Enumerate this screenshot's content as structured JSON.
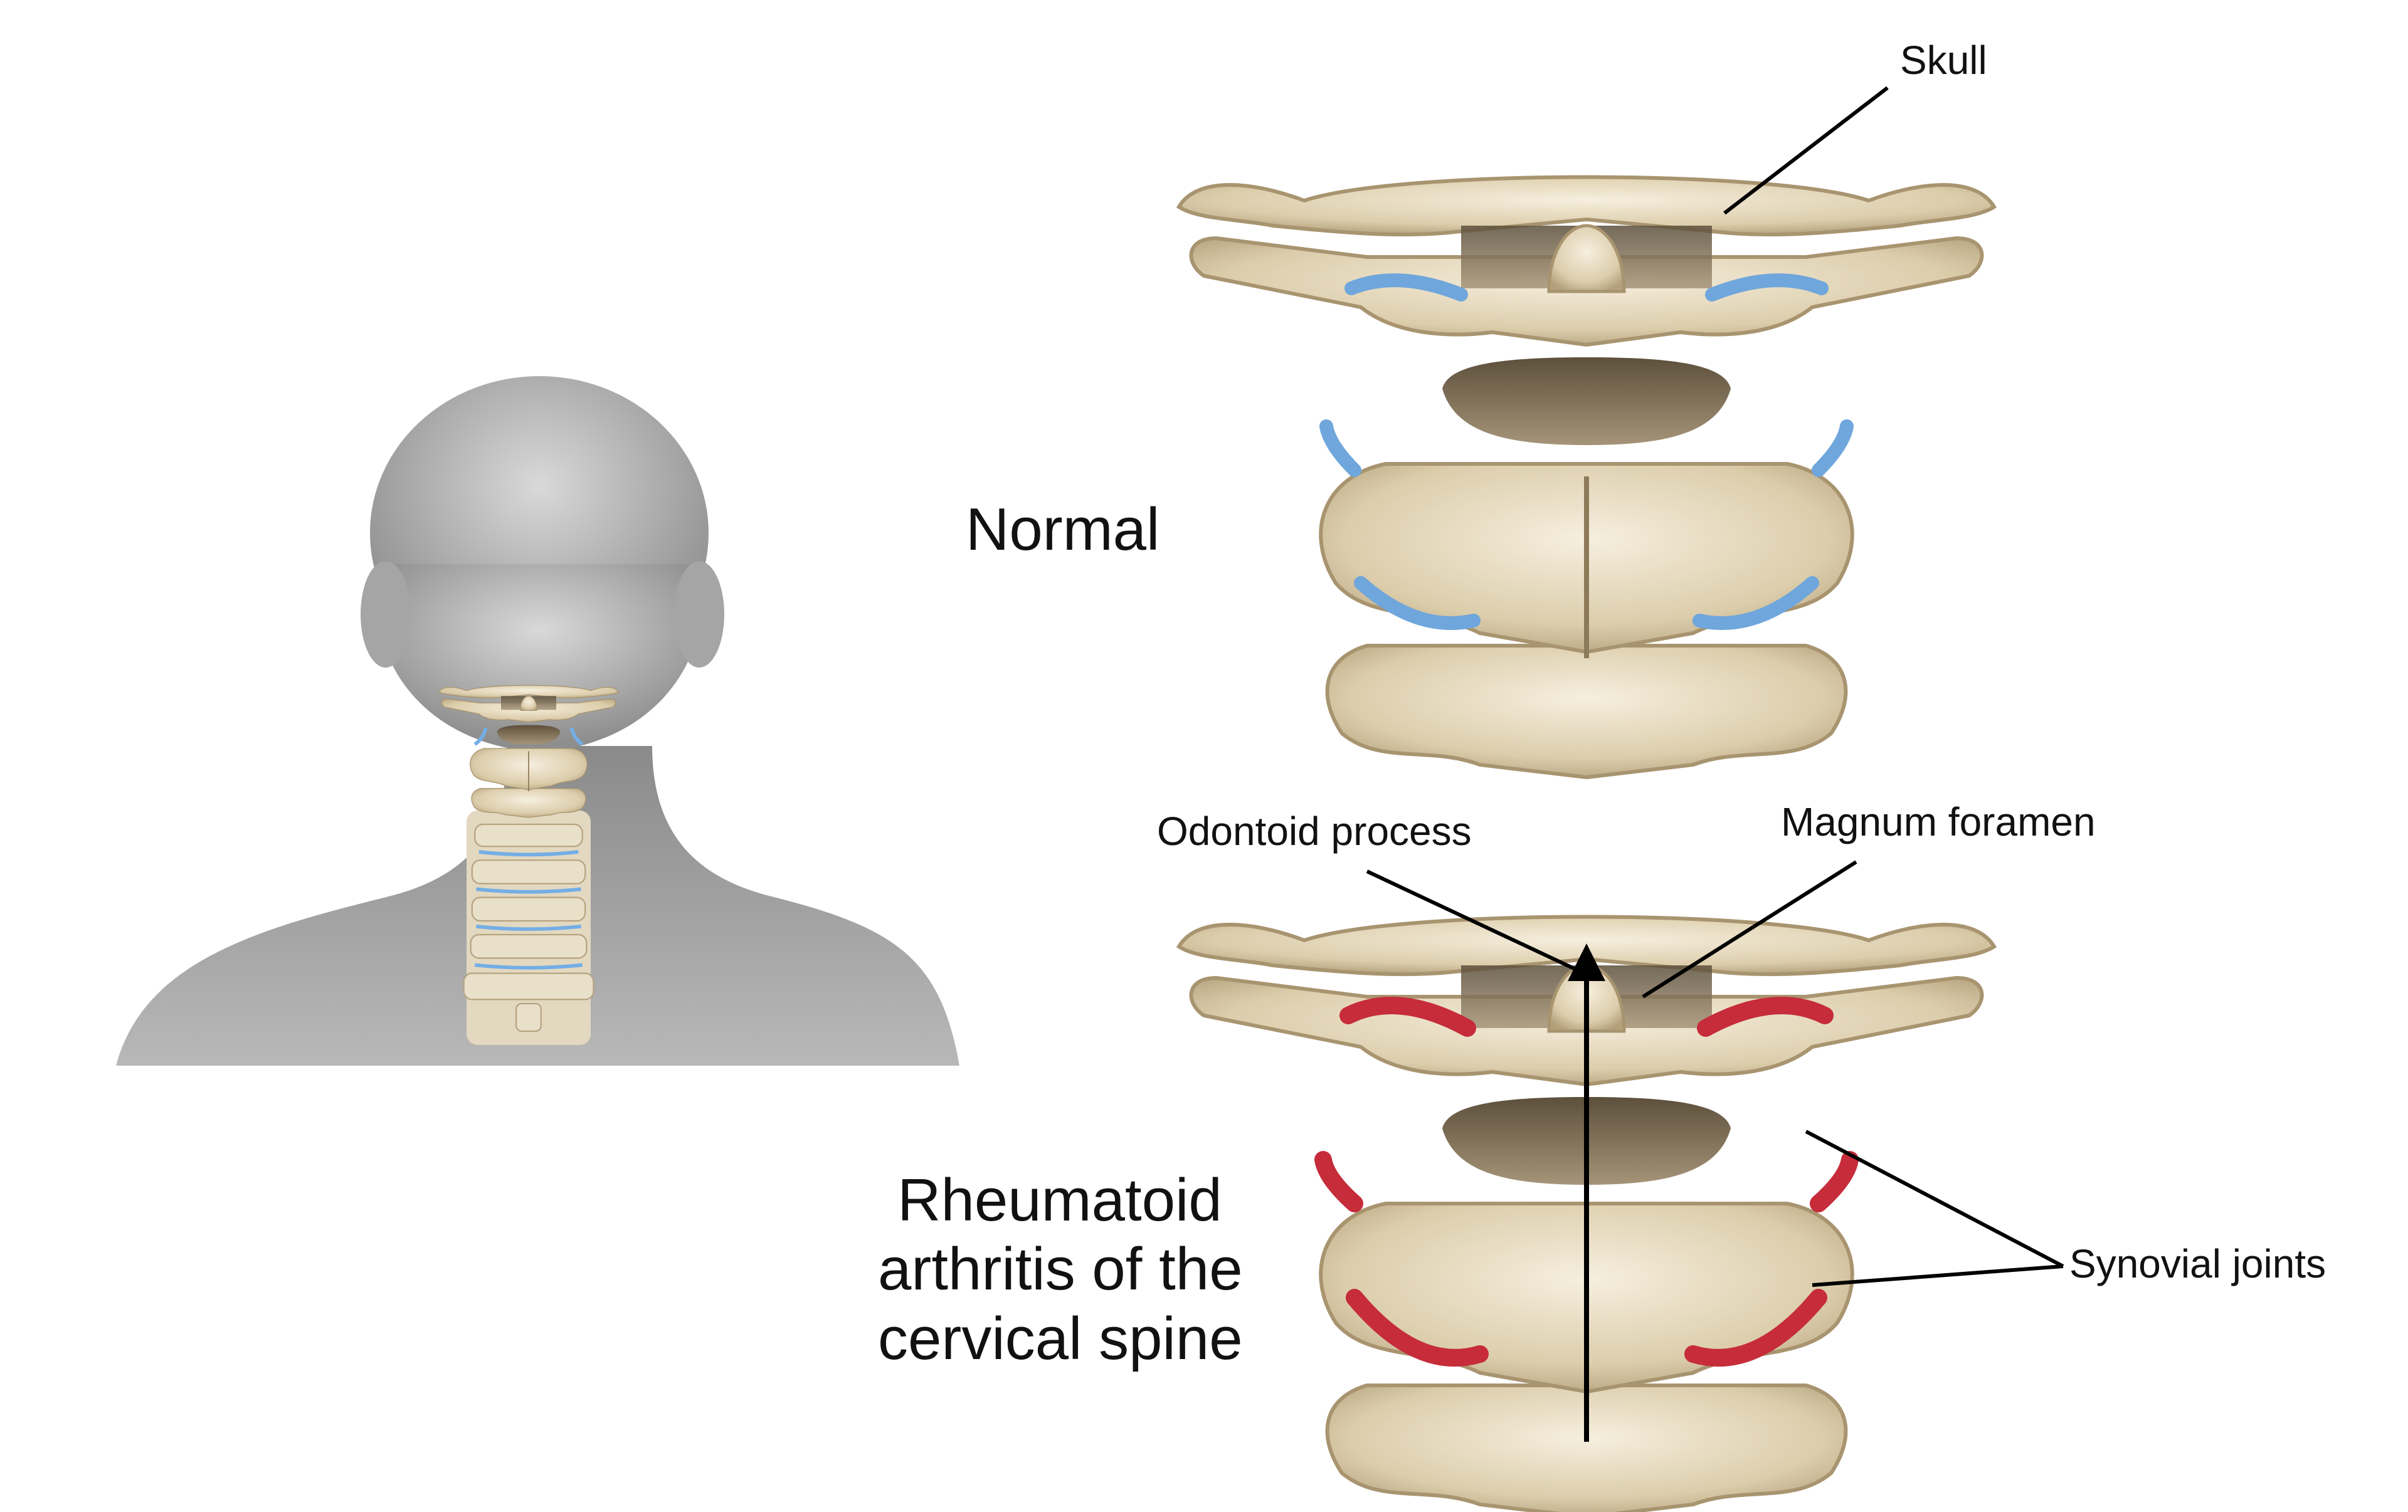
{
  "labels": {
    "skull": "Skull",
    "normal": "Normal",
    "odontoid_process": "Odontoid process",
    "magnum_foramen": "Magnum foramen",
    "synovial_joints": "Synovial joints",
    "ra_line1": "Rheumatoid",
    "ra_line2": "arthritis of the",
    "ra_line3": "cervical spine"
  },
  "colors": {
    "bone": "#e6d9bd",
    "bone_shadow": "#b9a684",
    "bone_dark": "#6f5f47",
    "healthy_joint": "#6fa6dc",
    "inflamed_joint": "#c62c3a",
    "silhouette": "#a9a9a9"
  }
}
